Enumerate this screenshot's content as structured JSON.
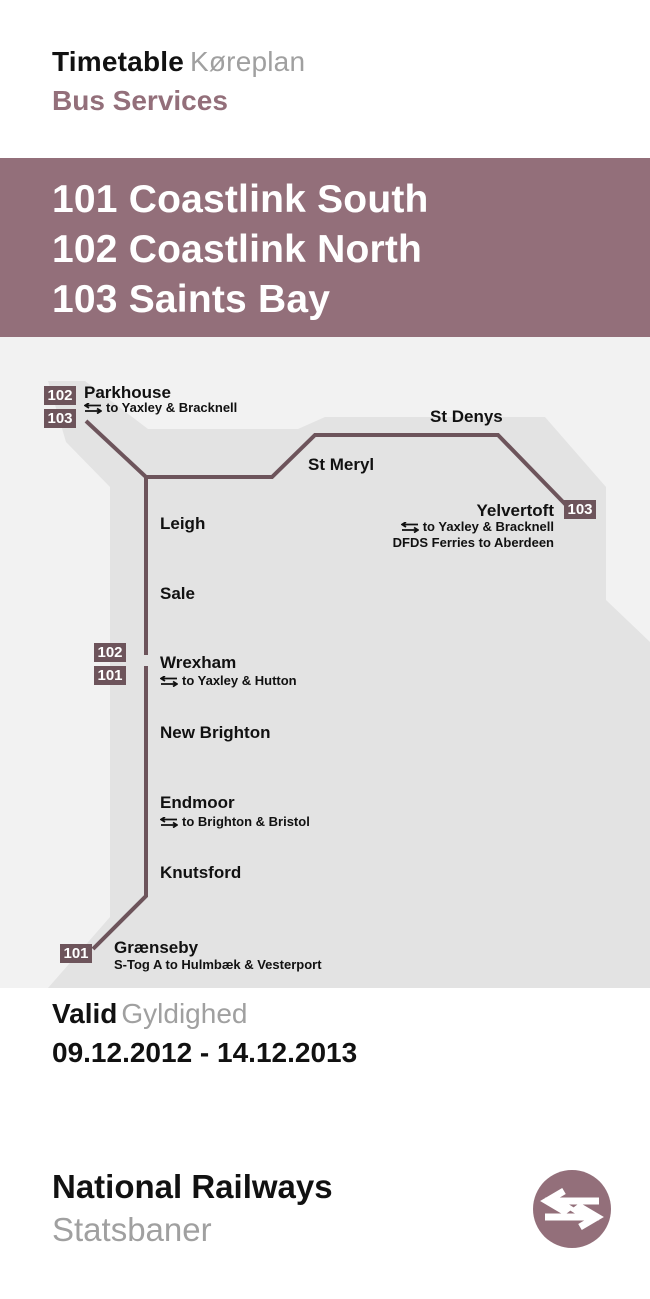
{
  "header": {
    "title": "Timetable",
    "title_alt": "Køreplan",
    "subtitle": "Bus Services"
  },
  "routes": [
    "101 Coastlink South",
    "102 Coastlink North",
    "103 Saints Bay"
  ],
  "map": {
    "stops": {
      "parkhouse": {
        "name": "Parkhouse",
        "note": "to Yaxley & Bracknell"
      },
      "st_denys": {
        "name": "St Denys"
      },
      "st_meryl": {
        "name": "St Meryl"
      },
      "yelvertoft": {
        "name": "Yelvertoft",
        "note_rail": "to Yaxley & Bracknell",
        "note_ferry": "DFDS Ferries to Aberdeen"
      },
      "leigh": {
        "name": "Leigh"
      },
      "sale": {
        "name": "Sale"
      },
      "wrexham": {
        "name": "Wrexham",
        "note": "to Yaxley & Hutton"
      },
      "new_brighton": {
        "name": "New Brighton"
      },
      "endmoor": {
        "name": "Endmoor",
        "note": "to Brighton & Bristol"
      },
      "knutsford": {
        "name": "Knutsford"
      },
      "graenseby": {
        "name": "Grænseby",
        "note": "S-Tog A to Hulmbæk & Vesterport"
      }
    },
    "badges": {
      "parkhouse": [
        "102",
        "103"
      ],
      "yelvertoft": [
        "103"
      ],
      "wrexham": [
        "102",
        "101"
      ],
      "graenseby": [
        "101"
      ]
    },
    "colors": {
      "line": "#6d545b",
      "zone": "#e3e3e3",
      "background": "#f2f2f2"
    }
  },
  "validity": {
    "label": "Valid",
    "label_alt": "Gyldighed",
    "dates": "09.12.2012 - 14.12.2013"
  },
  "footer": {
    "operator": "National Railways",
    "operator_alt": "Statsbaner",
    "logo_icon": "national-rail-logo-icon"
  },
  "colors": {
    "accent": "#936f7a",
    "badge": "#6d545b",
    "muted": "#a0a0a0"
  }
}
